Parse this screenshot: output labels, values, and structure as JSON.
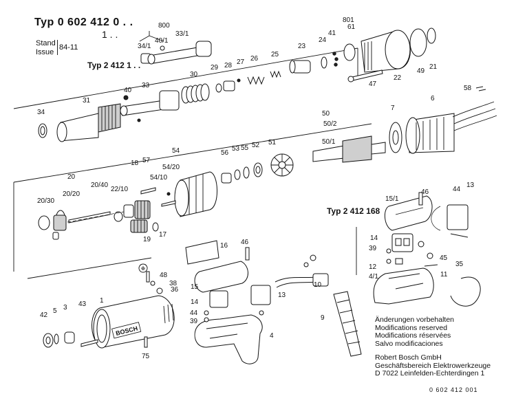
{
  "header": {
    "typ_main": "Typ 0 602 412 0 . .",
    "typ_sub": "1 . .",
    "stand_label": "Stand",
    "issue_label": "Issue",
    "stand_value": "84-11",
    "typ_variant_a": "Typ 2 412 1 . .",
    "typ_variant_b": "Typ 2 412 168"
  },
  "part_labels": [
    "800",
    "34/1",
    "40/1",
    "33/1",
    "801",
    "61",
    "41",
    "24",
    "23",
    "25",
    "26",
    "27",
    "28",
    "29",
    "30",
    "33",
    "40",
    "31",
    "34",
    "22",
    "49",
    "21",
    "47",
    "58",
    "6",
    "7",
    "50",
    "50/2",
    "50/1",
    "51",
    "52",
    "55",
    "53",
    "56",
    "54",
    "54/20",
    "54/10",
    "57",
    "18",
    "20",
    "20/20",
    "20/40",
    "20/30",
    "22/10",
    "19",
    "17",
    "44",
    "13",
    "15/1",
    "46",
    "14",
    "39",
    "12",
    "4/1",
    "45",
    "11",
    "10",
    "16",
    "46",
    "48",
    "38",
    "36",
    "1",
    "42",
    "5",
    "3",
    "43",
    "75",
    "15",
    "14",
    "44",
    "39",
    "13",
    "4",
    "35",
    "9"
  ],
  "notes": [
    "Änderungen vorbehalten",
    "Modifications reserved",
    "Modifications réservées",
    "Salvo modificaciones"
  ],
  "company": [
    "Robert Bosch GmbH",
    "Geschäftsbereich Elektrowerkzeuge",
    "D 7022 Leinfelden-Echterdingen 1"
  ],
  "doc_number": "0 602 412 001",
  "brand_mark": "BOSCH"
}
